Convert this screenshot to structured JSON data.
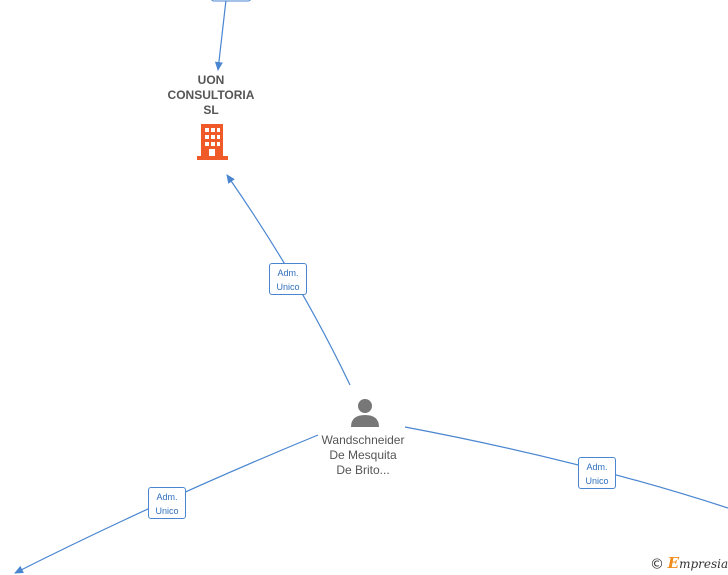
{
  "company": {
    "name_lines": [
      "UON",
      "CONSULTORIA",
      "SL"
    ],
    "icon": "building-icon",
    "icon_color": "#f05a28"
  },
  "person": {
    "name_lines": [
      "Wandschneider",
      "De Mesquita",
      "De Brito..."
    ],
    "icon": "person-icon",
    "icon_color": "#777777"
  },
  "edge_labels": [
    {
      "line1": "Adm.",
      "line2": "Unico"
    },
    {
      "line1": "Adm.",
      "line2": "Unico"
    },
    {
      "line1": "Adm.",
      "line2": "Unico"
    }
  ],
  "watermark": {
    "symbol": "©",
    "brand_initial": "E",
    "brand_rest": "mpresia"
  },
  "colors": {
    "edge": "#4a86d0",
    "label_text": "#2f6fbe",
    "node_text": "#555555"
  }
}
